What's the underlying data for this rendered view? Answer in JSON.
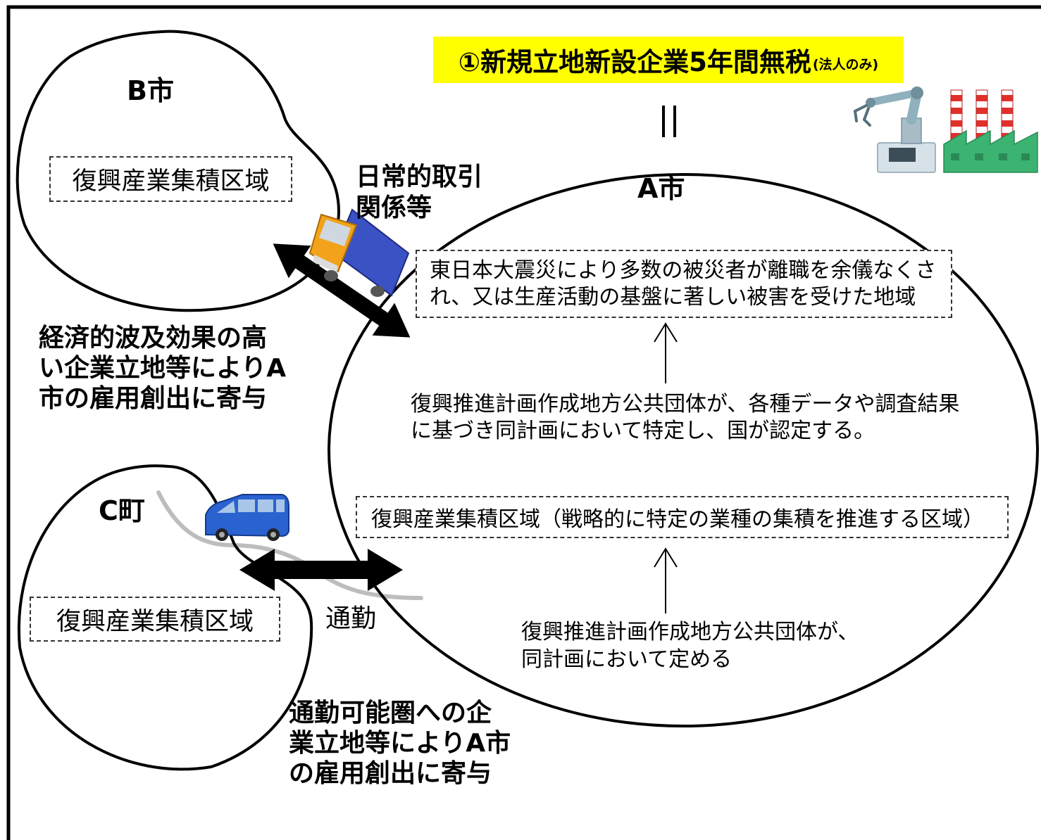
{
  "banner": {
    "title": "①新規立地新設企業5年間無税",
    "note": "(法人のみ)"
  },
  "city_b": {
    "label": "B市",
    "zone": "復興産業集積区域"
  },
  "city_a": {
    "label": "A市",
    "affected_area": [
      "東日本大震災により多数の被災者が離職を余儀なくさ",
      "れ、又は生産活動の基盤に著しい被害を受けた地域"
    ],
    "area_designation": [
      "復興推進計画作成地方公共団体が、各種データや調査結果",
      "に基づき同計画において特定し、国が認定する。"
    ],
    "zone": "復興産業集積区域（戦略的に特定の業種の集積を推進する区域）",
    "zone_designation": [
      "復興推進計画作成地方公共団体が、",
      "同計画において定める"
    ]
  },
  "town_c": {
    "label": "C町",
    "zone": "復興産業集積区域"
  },
  "b_to_a": {
    "link": [
      "日常的取引",
      "関係等"
    ],
    "effect": [
      "経済的波及効果の高",
      "い企業立地等によりA",
      "市の雇用創出に寄与"
    ]
  },
  "c_to_a": {
    "link": "通勤",
    "effect": [
      "通勤可能圏への企",
      "業立地等によりA市",
      "の雇用創出に寄与"
    ]
  },
  "icons": {
    "truck": "truck-icon",
    "car": "car-icon",
    "robot": "robot-arm-icon",
    "factory": "factory-icon",
    "equals": "equals-mark"
  },
  "colors": {
    "banner": "#ffff00",
    "road": "#bdbdbd",
    "truck_cargo": "#3b52c4",
    "truck_cab": "#f2a31b",
    "car_body": "#2a62d0",
    "factory": "#3cb371",
    "chimney_stripe": "#e0302a"
  }
}
